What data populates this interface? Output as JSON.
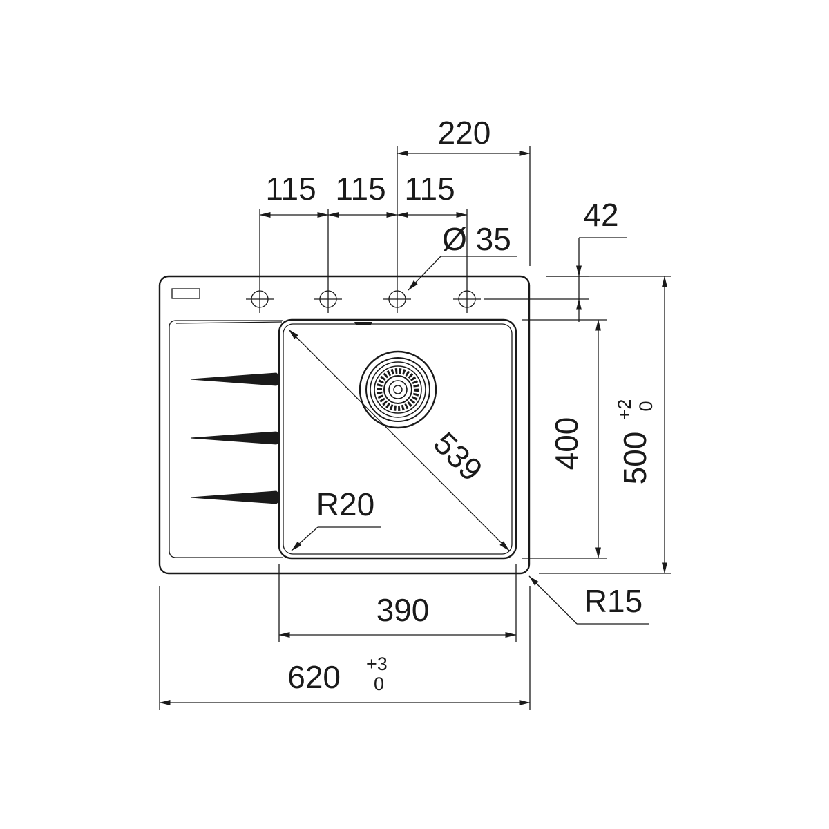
{
  "dimensions": {
    "width_overall": "620",
    "width_overall_tol_upper": "+3",
    "width_overall_tol_lower": "0",
    "depth_overall": "500",
    "depth_overall_tol_upper": "+2",
    "depth_overall_tol_lower": "0",
    "bowl_width": "390",
    "bowl_depth": "400",
    "bowl_diagonal": "539",
    "tap_hole_spacing": [
      "115",
      "115",
      "115"
    ],
    "tap_hole_span": "220",
    "tap_hole_diameter": "Ø 35",
    "tap_hole_offset": "42",
    "bowl_corner_radius": "R20",
    "outer_corner_radius": "R15"
  }
}
